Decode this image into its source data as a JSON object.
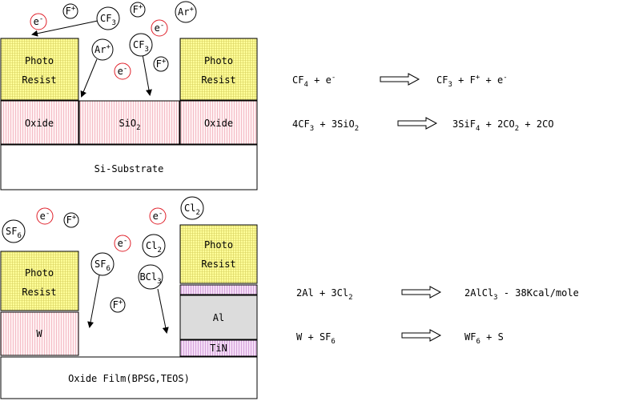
{
  "colors": {
    "photoresist": "#ffff99",
    "oxide": "#fff0f2",
    "tungsten": "#fff0f2",
    "aluminum": "#dcdcdc",
    "tin": "#f4ddf6",
    "electron_ring": "#e0202a"
  },
  "etch_oxide": {
    "photoresist": "Photo\nResist",
    "oxide": "Oxide",
    "sio2": "SiO2",
    "substrate": "Si-Substrate",
    "species": [
      "e-",
      "F+",
      "CF3",
      "F+",
      "Ar+",
      "e-",
      "Ar+",
      "CF3",
      "F+",
      "e-"
    ]
  },
  "etch_metal": {
    "photoresist": "Photo\nResist",
    "tungsten": "W",
    "aluminum": "Al",
    "tin": "TiN",
    "oxide_film": "Oxide Film(BPSG,TEOS)",
    "species": [
      "SF6",
      "e-",
      "F+",
      "e-",
      "Cl2",
      "SF6",
      "e-",
      "Cl2",
      "BCl3",
      "F+"
    ]
  },
  "equations": [
    {
      "lhs": "CF4 + e-",
      "rhs": "CF3 + F+ + e-"
    },
    {
      "lhs": "4CF3 + 3SiO2",
      "rhs": "3SiF4 + 2CO2 + 2CO"
    },
    {
      "lhs": "2Al + 3Cl2",
      "rhs": "2AlCl3 - 38Kcal/mole"
    },
    {
      "lhs": "W + SF6",
      "rhs": "WF6 + S"
    }
  ]
}
